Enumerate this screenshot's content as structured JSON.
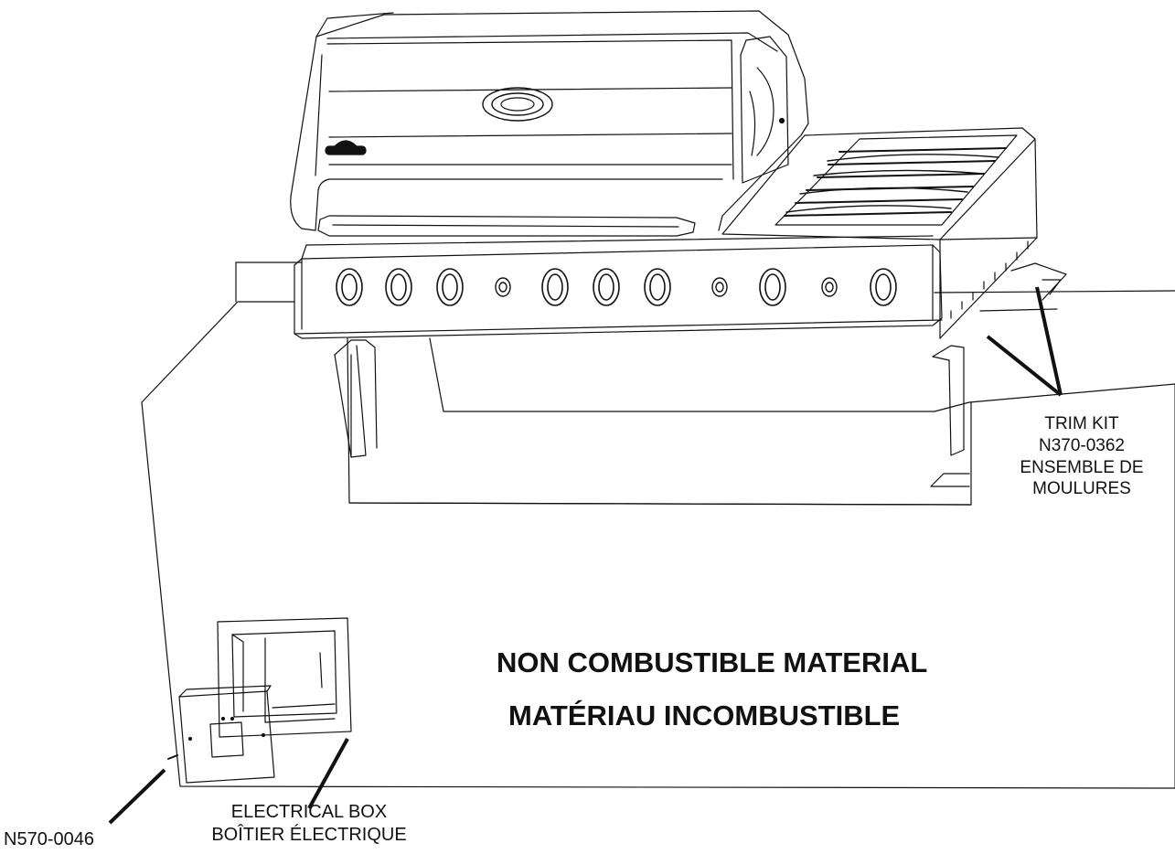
{
  "labels": {
    "trim_kit": {
      "line1": "TRIM KIT",
      "line2": "N370-0362",
      "line3": "ENSEMBLE DE",
      "line4": "MOULURES"
    },
    "electrical_box": {
      "line1": "ELECTRICAL BOX",
      "line2": "BOÎTIER ÉLECTRIQUE"
    },
    "screw_part": "N570-0046",
    "material": {
      "en": "NON COMBUSTIBLE MATERIAL",
      "fr": "MATÉRIAU INCOMBUSTIBLE"
    }
  },
  "icons": {
    "brand_logo": "brand-badge-icon",
    "knob": "control-knob-icon",
    "igniter": "igniter-button-icon"
  },
  "colors": {
    "line": "#111111",
    "background": "#ffffff"
  }
}
